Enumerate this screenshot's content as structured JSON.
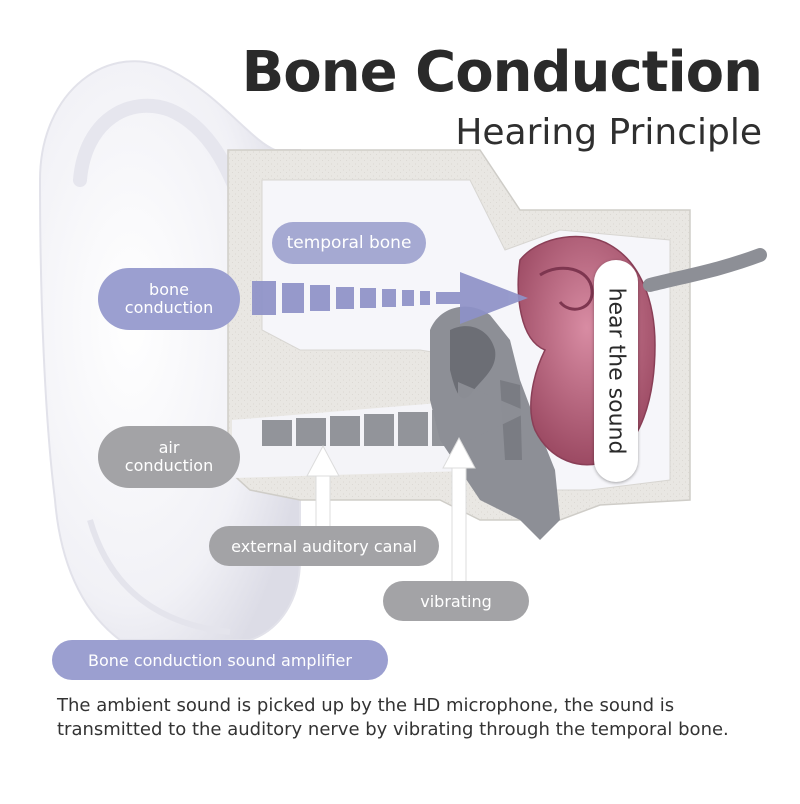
{
  "title": "Bone Conduction",
  "subtitle": "Hearing Principle",
  "labels": {
    "temporal_bone": "temporal bone",
    "bone_conduction_line1": "bone",
    "bone_conduction_line2": "conduction",
    "air_conduction_line1": "air",
    "air_conduction_line2": "conduction",
    "external_auditory_canal": "external auditory canal",
    "vibrating": "vibrating",
    "amplifier": "Bone conduction sound amplifier",
    "hear_the_sound": "hear the sound"
  },
  "description": "The ambient sound is picked up by the HD microphone, the sound is transmitted to the auditory nerve by vibrating through the temporal bone.",
  "colors": {
    "bone_purple": "#9b9fd0",
    "air_gray": "#a3a3a6",
    "cochlea": "#b05a74",
    "bone_tissue": "#ebe9e5",
    "title": "#2a2a2a"
  }
}
